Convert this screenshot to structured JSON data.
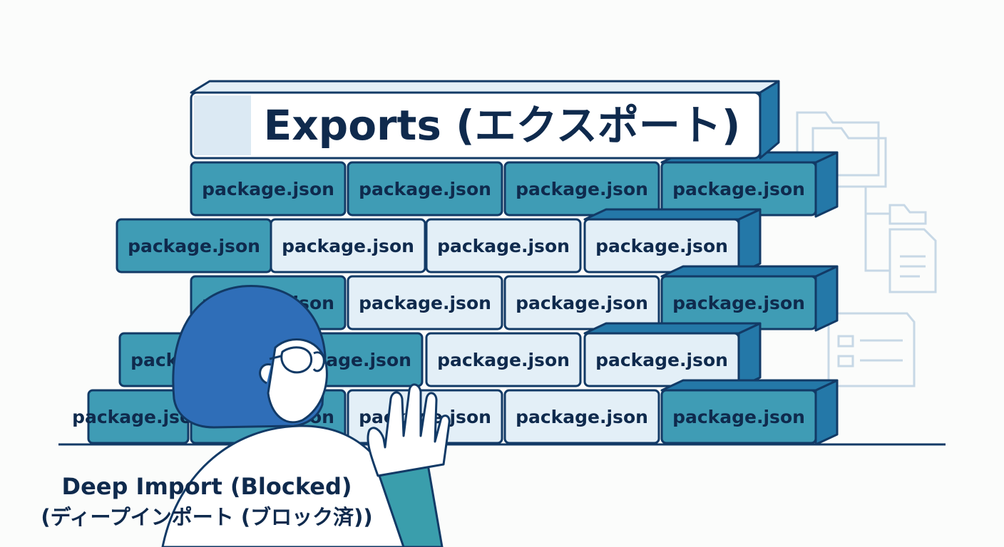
{
  "wall": {
    "title": "Exports (エクスポート)",
    "brick_label": "package.json",
    "colors": {
      "outline": "#123a66",
      "teal": "#3f9cb5",
      "teal_side": "#2478a8",
      "light": "#e3eff7",
      "light_side": "#3a86b8",
      "text": "#0f2a4d"
    }
  },
  "person": {
    "hair_color": "#2f6eb8",
    "icon": "person-with-raised-hand-icon"
  },
  "background_icons": [
    "folder-icon",
    "folder-icon",
    "document-icon",
    "document-icon"
  ],
  "caption": {
    "line1": "Deep Import (Blocked)",
    "line2": "(ディープインポート (ブロック済))"
  }
}
